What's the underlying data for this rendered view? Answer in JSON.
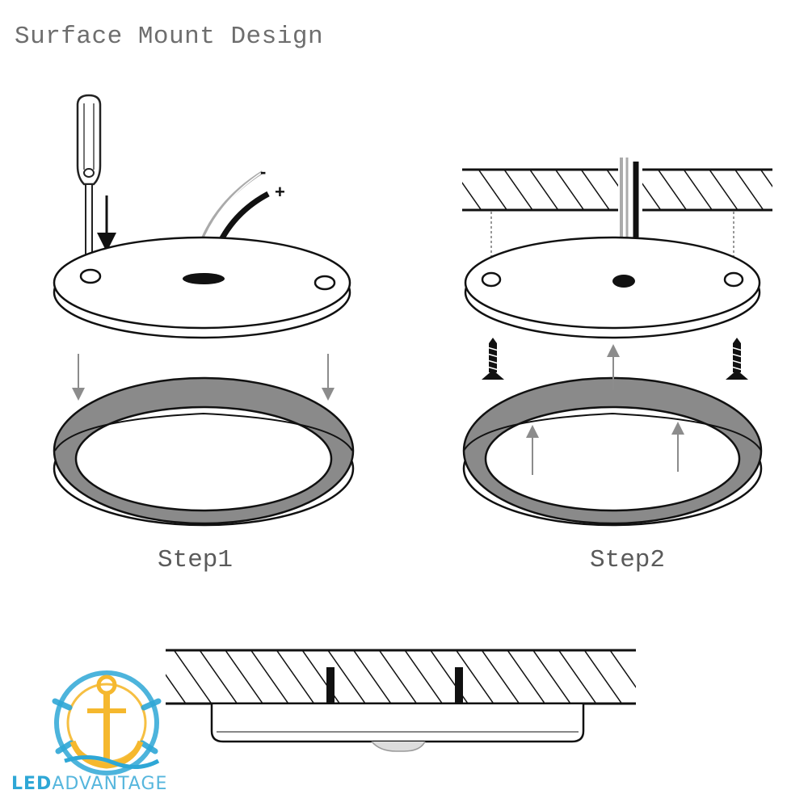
{
  "title": "Surface Mount Design",
  "steps": {
    "step1": "Step1",
    "step2": "Step2"
  },
  "wire_labels": {
    "negative": "-",
    "positive": "+"
  },
  "logo": {
    "part1": "LED",
    "part2": "ADVANTAGE"
  },
  "colors": {
    "logo_blue": "#2ea7d6",
    "logo_gold": "#f5b82e",
    "band_gray": "#8a8a8a"
  }
}
